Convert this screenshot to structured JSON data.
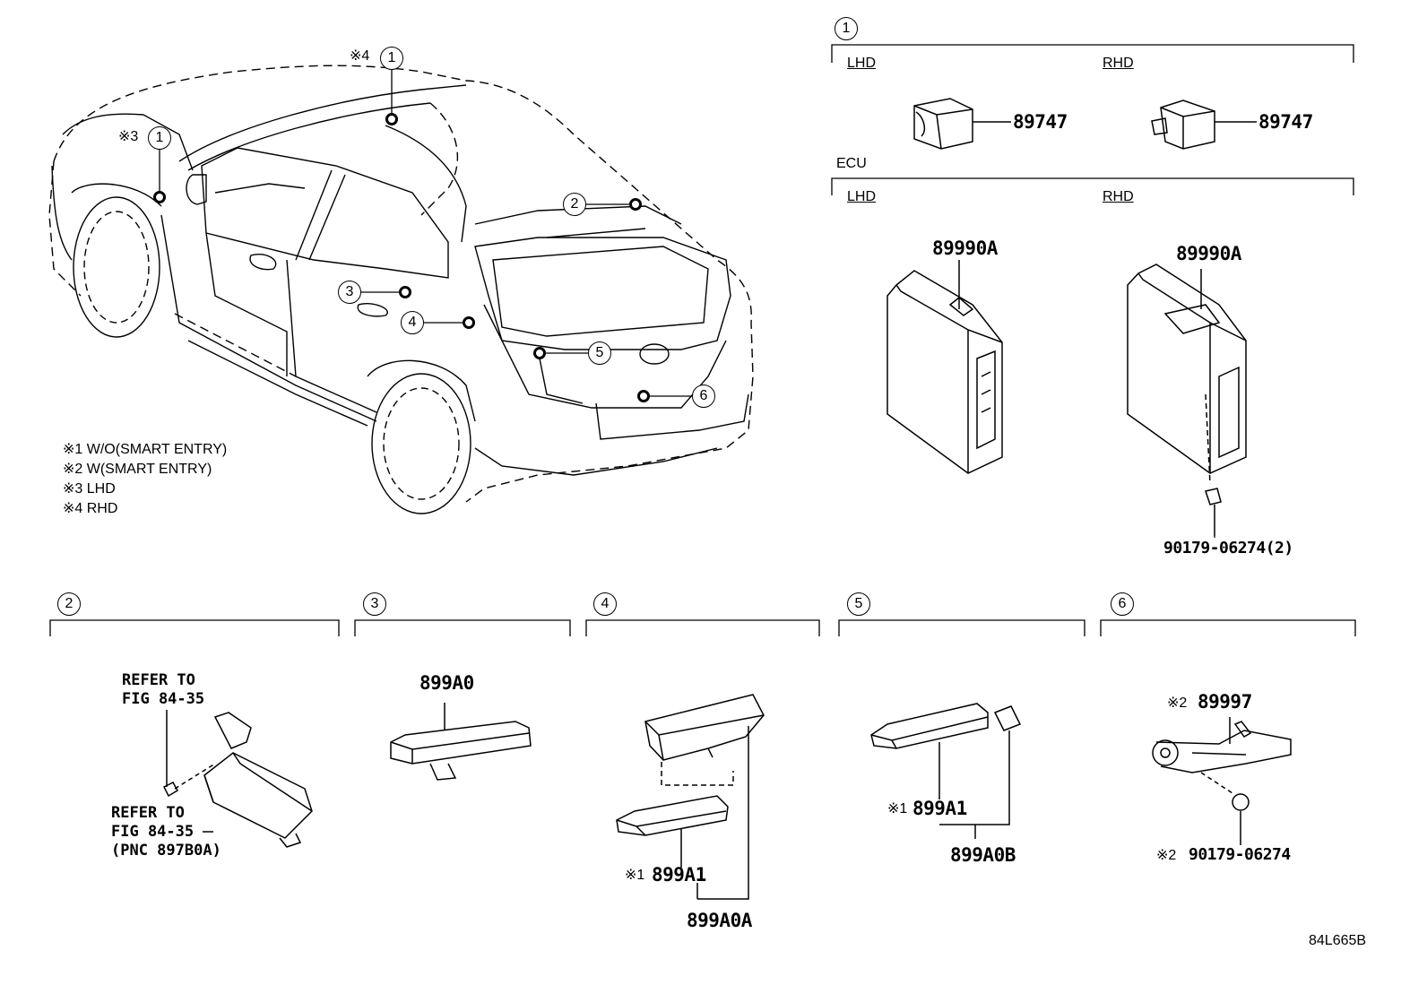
{
  "callouts": {
    "c1": "1",
    "c2": "2",
    "c3": "3",
    "c4": "4",
    "c5": "5",
    "c6": "6"
  },
  "car_notes": {
    "rhd_mark": "※4",
    "lhd_mark": "※3"
  },
  "legend": {
    "n1": "※1 W/O(SMART ENTRY)",
    "n2": "※2 W(SMART ENTRY)",
    "n3": "※3 LHD",
    "n4": "※4 RHD"
  },
  "section1": {
    "lhd": "LHD",
    "rhd": "RHD",
    "part_lhd": "89747",
    "part_rhd": "89747",
    "ecu_label": "ECU",
    "ecu_lhd": "LHD",
    "ecu_rhd": "RHD",
    "ecu_part_lhd": "89990A",
    "ecu_part_rhd": "89990A",
    "clip_part": "90179-06274(2)"
  },
  "section2": {
    "ref1_line1": "REFER TO",
    "ref1_line2": "FIG 84-35",
    "ref2_line1": "REFER TO",
    "ref2_line2": "FIG 84-35",
    "ref2_line3": "(PNC 897B0A)"
  },
  "section3": {
    "part": "899A0"
  },
  "section4": {
    "mark": "※1",
    "part_a1": "899A1",
    "part_a0a": "899A0A"
  },
  "section5": {
    "mark": "※1",
    "part_a1": "899A1",
    "part_a0b": "899A0B"
  },
  "section6": {
    "mark1": "※2",
    "part": "89997",
    "mark2": "※2",
    "clip": "90179-06274"
  },
  "figure_id": "84L665B"
}
